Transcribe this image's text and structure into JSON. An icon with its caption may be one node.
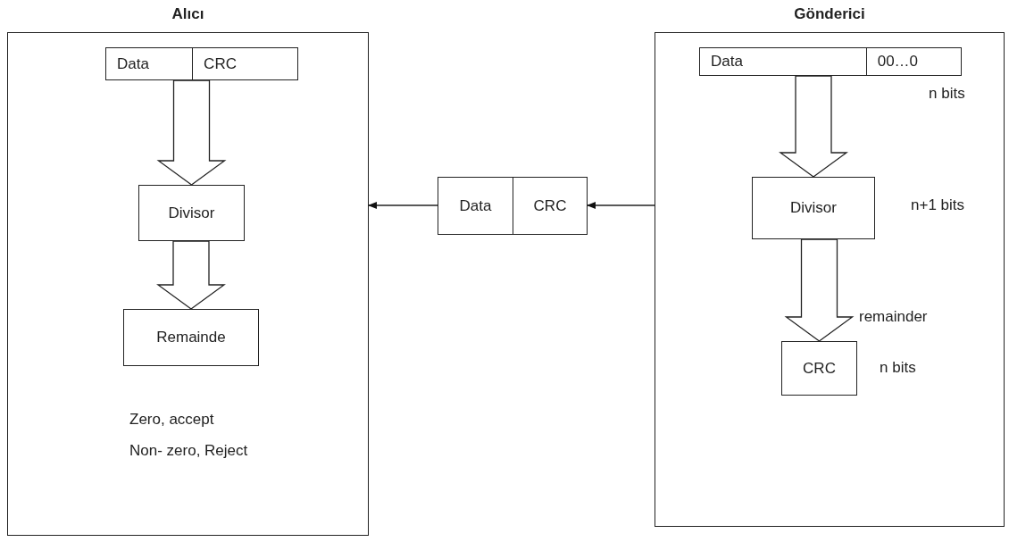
{
  "diagram": {
    "nodes": [
      {
        "text": [
          "Alıcı"
        ]
      },
      {
        "text": [
          "Data",
          "CRC"
        ],
        "in": 0
      },
      {
        "text": [
          "Divisor"
        ],
        "in": 0
      },
      {
        "text": [
          "Remainde"
        ],
        "in": 0,
        "beside": [
          "Zero, accept",
          "Non- zero, Reject"
        ]
      },
      {
        "text": [
          "Data",
          "CRC"
        ]
      },
      {
        "text": [
          "Gönderici"
        ]
      },
      {
        "text": [
          "Data",
          "00…0"
        ],
        "in": 5,
        "beside": [
          "n bits"
        ]
      },
      {
        "text": [
          "Divisor"
        ],
        "in": 5,
        "beside": [
          "n+1 bits"
        ]
      },
      {
        "text": [
          "CRC"
        ],
        "in": 5,
        "beside": [
          "n bits"
        ]
      }
    ],
    "edges": [
      {
        "from": 1,
        "to": 2,
        "arrow": "to",
        "style": "thick"
      },
      {
        "from": 2,
        "to": 3,
        "arrow": "to",
        "style": "thick"
      },
      {
        "from": 6,
        "to": 7,
        "arrow": "to",
        "style": "thick"
      },
      {
        "from": 7,
        "to": 8,
        "arrow": "to",
        "style": "thick",
        "label": "remainder"
      },
      {
        "from": 5,
        "to": 4,
        "arrow": "to"
      },
      {
        "from": 4,
        "to": 0,
        "arrow": "to"
      }
    ]
  }
}
